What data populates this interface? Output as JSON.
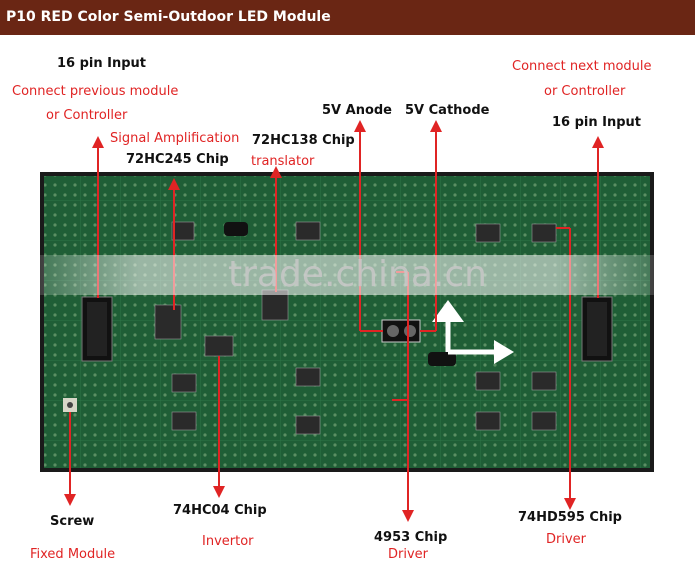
{
  "title": "P10 RED Color Semi-Outdoor LED Module",
  "watermark": "trade.china.cn",
  "labels": {
    "top_left_input": "16 pin Input",
    "top_left_connect": "Connect previous module",
    "top_left_or": "or  Controller",
    "signal_amp": "Signal Amplification",
    "chip_245": "72HC245 Chip",
    "chip_138": "72HC138 Chip",
    "translator": "translator",
    "anode": "5V Anode",
    "cathode": "5V Cathode",
    "top_right_connect": "Connect next module",
    "top_right_or": "or  Controller",
    "top_right_input": "16 pin Input",
    "screw": "Screw",
    "fixed_module": "Fixed Module",
    "chip_04": "74HC04 Chip",
    "invertor": "Invertor",
    "chip_4953": "4953 Chip",
    "driver_4953": "Driver",
    "chip_595": "74HD595 Chip",
    "driver_595": "Driver"
  },
  "colors": {
    "title_bg": "#6a2614",
    "pcb": "#1f5e36",
    "accent_red": "#e02424"
  }
}
